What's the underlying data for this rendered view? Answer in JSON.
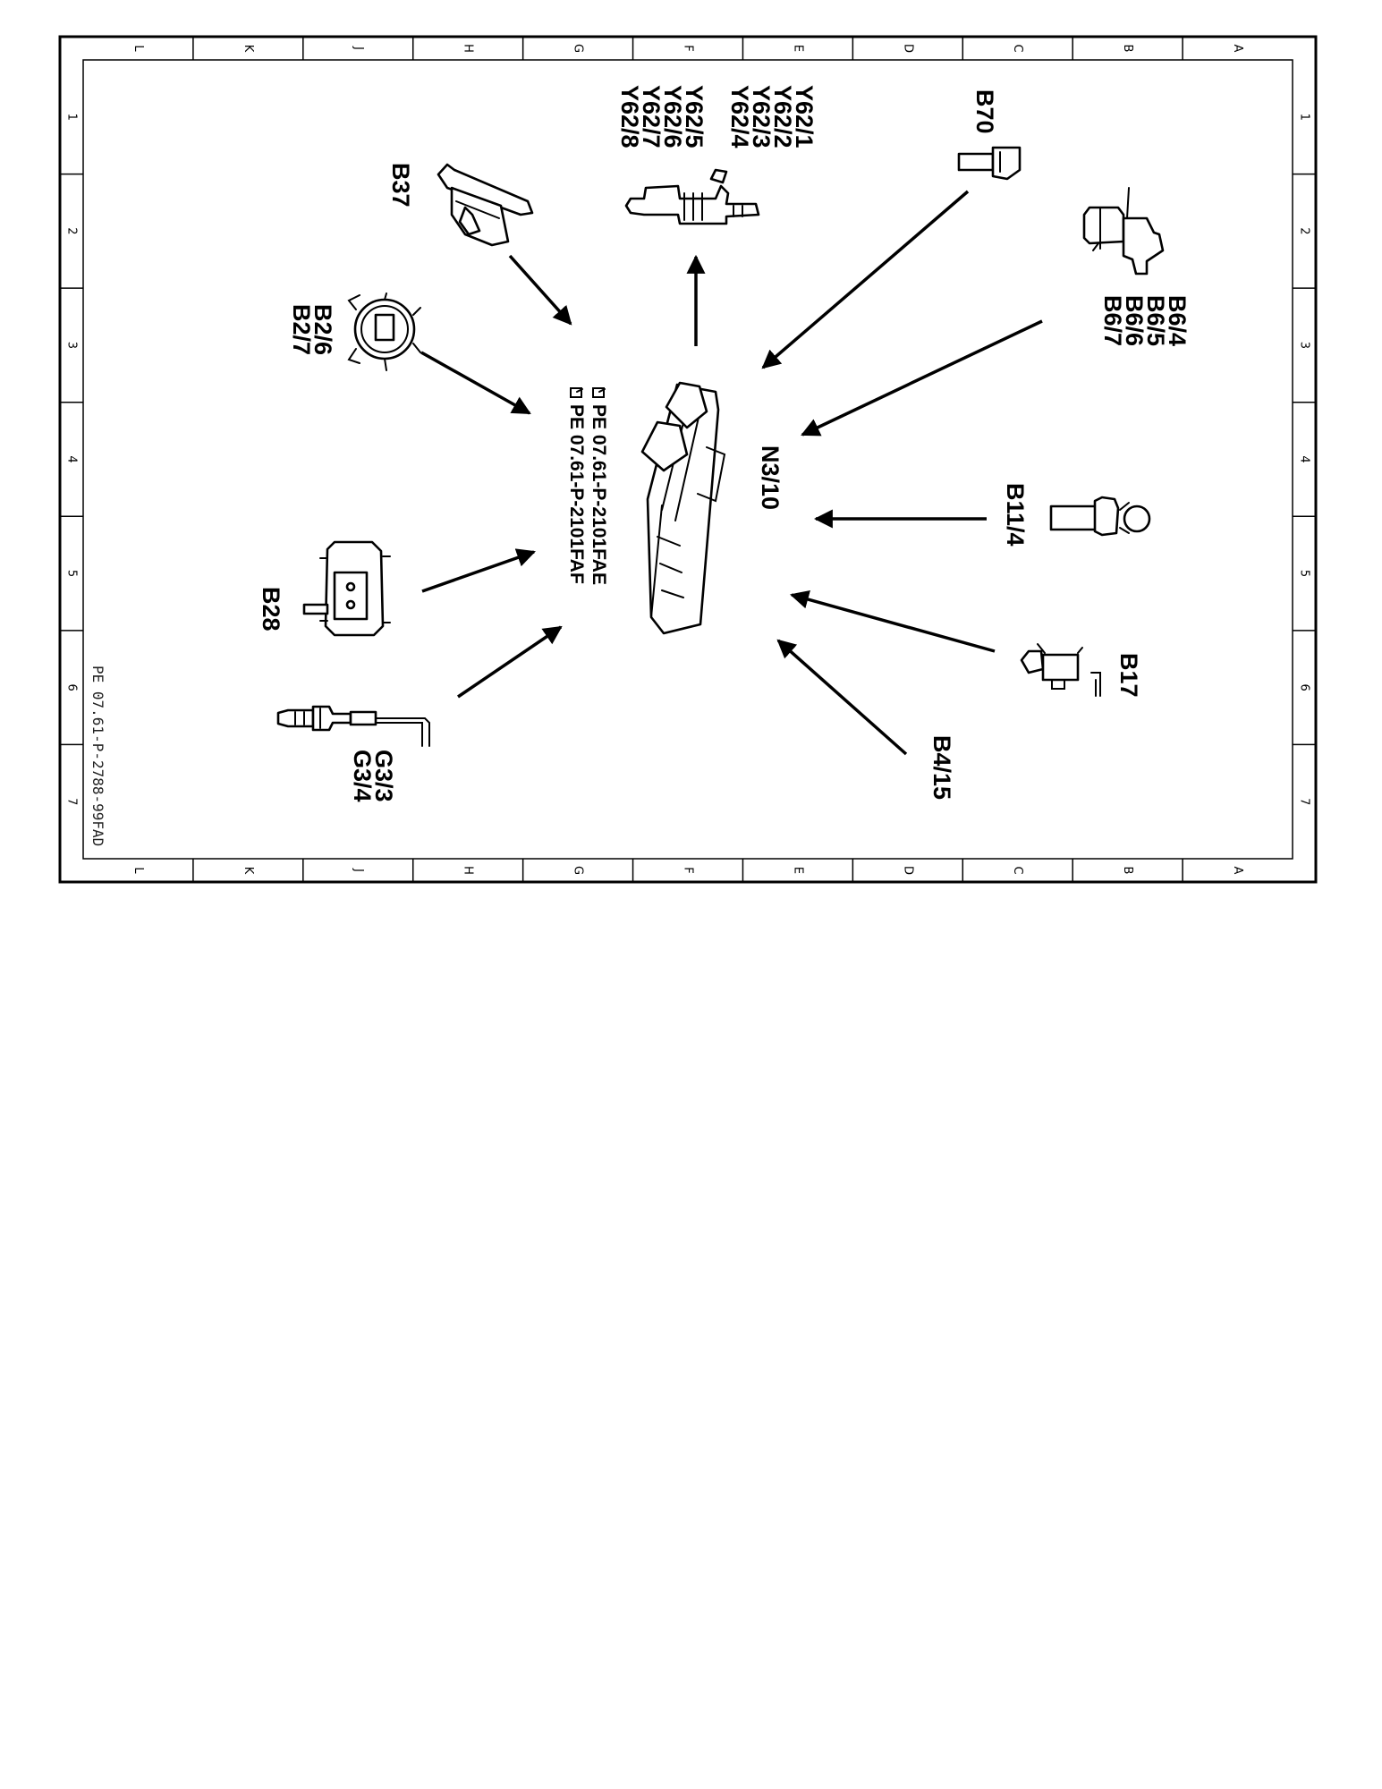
{
  "frame": {
    "col_letters": [
      "L",
      "K",
      "J",
      "H",
      "G",
      "F",
      "E",
      "D",
      "C",
      "B",
      "A"
    ],
    "row_numbers": [
      "1",
      "2",
      "3",
      "4",
      "5",
      "6",
      "7"
    ],
    "drawing_number": "PE 07.61-P-2788-99FAD"
  },
  "control_unit": {
    "label": "N3/10",
    "refs": [
      "PE  07.61-P-2101FAE",
      "PE  07.61-P-2101FAF"
    ]
  },
  "components": {
    "injectors": [
      "Y62/1",
      "Y62/2",
      "Y62/3",
      "Y62/4",
      "Y62/5",
      "Y62/6",
      "Y62/7",
      "Y62/8"
    ],
    "b70": "B70",
    "b6": [
      "B6/4",
      "B6/5",
      "B6/6",
      "B6/7"
    ],
    "b11_4": "B11/4",
    "b17": "B17",
    "b4_15": "B4/15",
    "b37": "B37",
    "b2": [
      "B2/6",
      "B2/7"
    ],
    "b28": "B28",
    "g3": [
      "G3/3",
      "G3/4"
    ]
  }
}
